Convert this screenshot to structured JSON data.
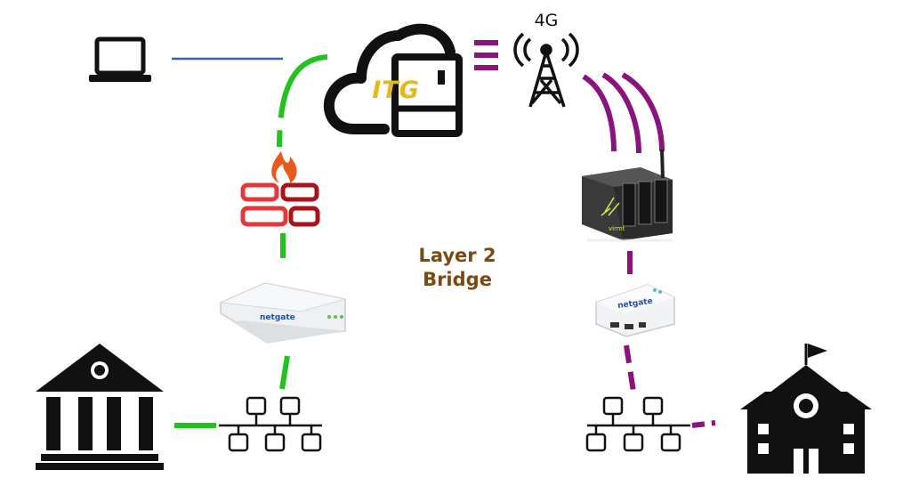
{
  "diagram": {
    "center_label_line1": "Layer 2",
    "center_label_line2": "Bridge",
    "cellular_label": "4G",
    "cloud_brand": "ITG",
    "left_appliance_brand": "netgate",
    "right_appliance_brand": "netgate",
    "router_brand": "virmt"
  },
  "colors": {
    "left_link": "#22c21f",
    "right_link": "#8a137e",
    "laptop_link": "#3b5fb6",
    "firewall_red": "#e23a3a",
    "itg_yellow": "#e6b91a",
    "bridge_label": "#7b4a12"
  },
  "icons": {
    "laptop": "laptop-icon",
    "cloud": "cloud-server-icon",
    "tower": "cell-tower-icon",
    "firewall": "firewall-icon",
    "bank": "bank-building-icon",
    "school": "school-building-icon",
    "network_left": "network-switch-icon",
    "network_right": "network-switch-icon",
    "router": "cellular-router-icon"
  }
}
